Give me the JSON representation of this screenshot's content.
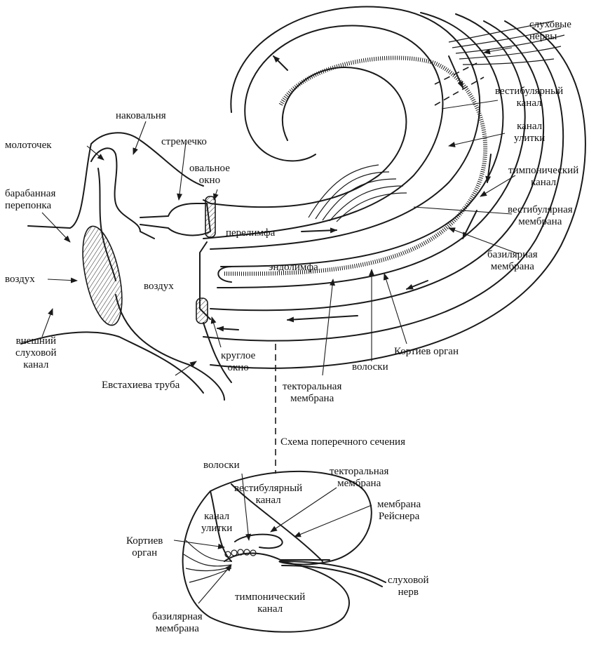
{
  "figure": {
    "main": {
      "labels": {
        "auditory_nerves": "слуховые\nнервы",
        "vestibular_canal": "вестибулярный\nканал",
        "cochlear_duct": "канал\nулитки",
        "tympanic_canal": "тимпонический\nканал",
        "vestibular_membrane": "вестибулярная\nмембрана",
        "basilar_membrane": "базилярная\nмембрана",
        "incus": "наковальня",
        "malleus": "молоточек",
        "stapes": "стремечко",
        "oval_window": "овальное\nокно",
        "eardrum": "барабанная\nперепонка",
        "air_outer": "воздух",
        "air_middle": "воздух",
        "perilymph": "перелимфа",
        "endolymph": "эндолимфа",
        "ear_canal": "внешний\nслуховой\nканал",
        "eustachian_tube": "Евстахиева труба",
        "round_window": "круглое\nокно",
        "tectorial_membrane": "текторальная\nмембрана",
        "hairs": "волоски",
        "organ_of_corti": "Кортиев орган"
      }
    },
    "cross_section": {
      "caption": "Схема поперечного сечения",
      "labels": {
        "hairs": "волоски",
        "tectorial_membrane": "текторальная\nмембрана",
        "vestibular_canal": "вестибулярный\nканал",
        "reissner_membrane": "мембрана\nРейснера",
        "cochlear_duct": "канал\nулитки",
        "organ_of_corti": "Кортиев\nорган",
        "auditory_nerve": "слуховой\nнерв",
        "tympanic_canal": "тимпонический\nканал",
        "basilar_membrane": "базилярная\nмембрана"
      }
    }
  }
}
